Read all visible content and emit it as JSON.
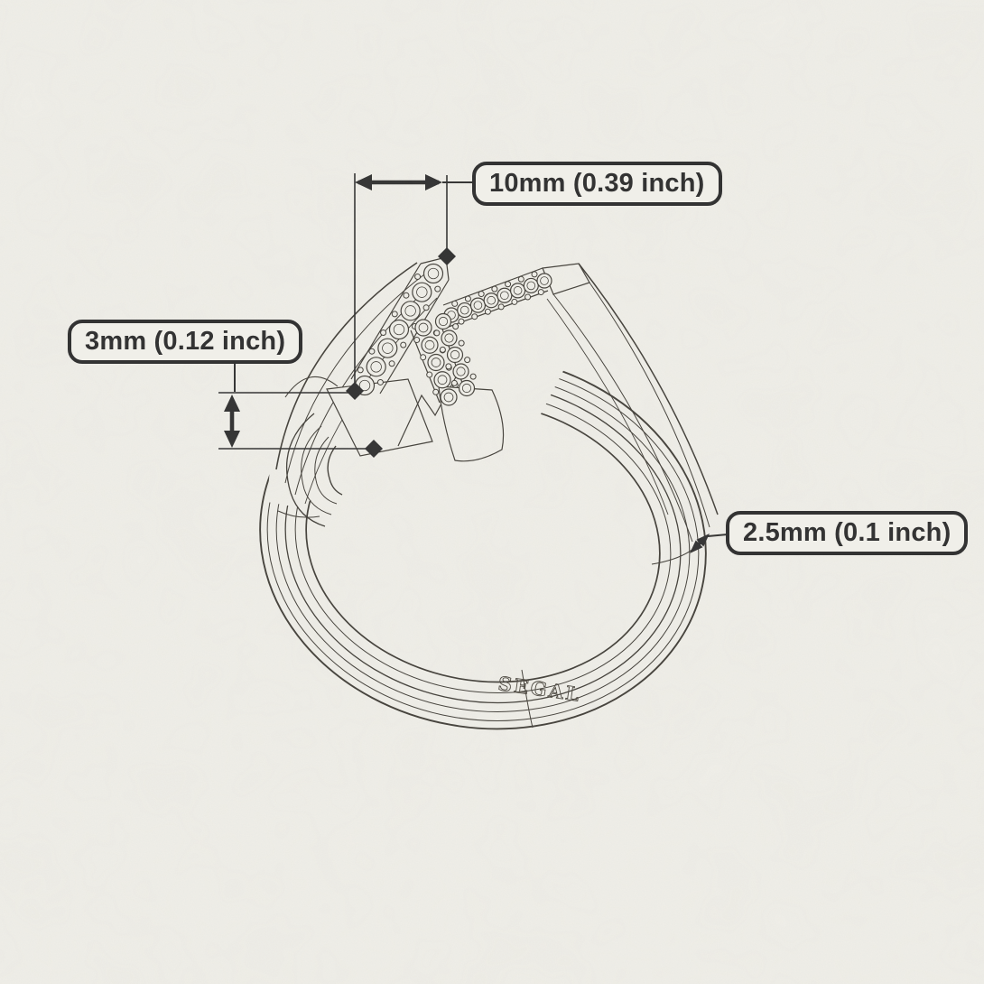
{
  "scene": {
    "type": "jewelry-technical-drawing",
    "subject": "Initial K pave ring - 3D wireframe with dimension callouts",
    "paper_color": "#f0efe9",
    "line_color": "#45423c",
    "annotation_color": "#333333"
  },
  "dimensions": {
    "initial_width": {
      "label": "10mm (0.39 inch)"
    },
    "base_height": {
      "label": "3mm (0.12 inch)"
    },
    "band_thickness": {
      "label": "2.5mm (0.1 inch)"
    }
  },
  "engraving": {
    "text": "SEGAL"
  }
}
